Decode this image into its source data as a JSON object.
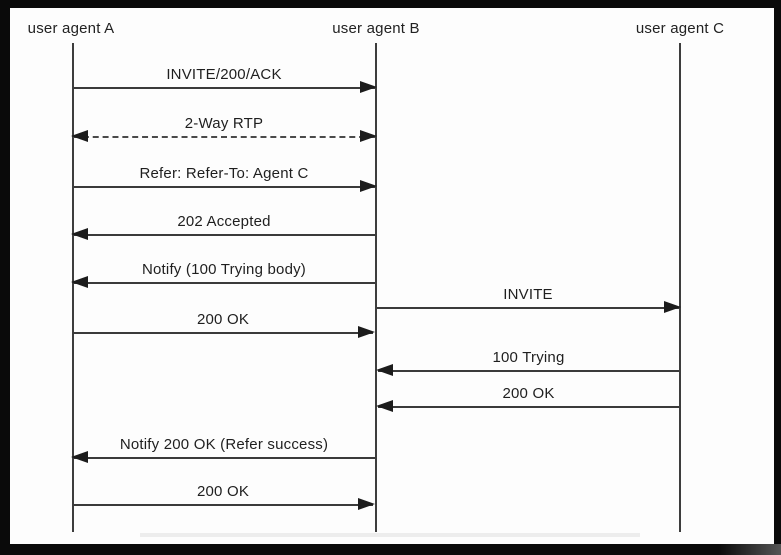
{
  "diagram": {
    "type": "sequence-diagram",
    "actors": [
      {
        "id": "A",
        "label": "user agent A"
      },
      {
        "id": "B",
        "label": "user agent B"
      },
      {
        "id": "C",
        "label": "user agent C"
      }
    ],
    "messages": [
      {
        "label": "INVITE/200/ACK",
        "from": "A",
        "to": "B",
        "line": "solid",
        "direction": "right"
      },
      {
        "label": "2-Way RTP",
        "from": "A",
        "to": "B",
        "line": "dashed",
        "direction": "both"
      },
      {
        "label": "Refer: Refer-To: Agent C",
        "from": "A",
        "to": "B",
        "line": "solid",
        "direction": "right"
      },
      {
        "label": "202 Accepted",
        "from": "B",
        "to": "A",
        "line": "solid",
        "direction": "left"
      },
      {
        "label": "Notify (100 Trying body)",
        "from": "B",
        "to": "A",
        "line": "solid",
        "direction": "left"
      },
      {
        "label": "INVITE",
        "from": "B",
        "to": "C",
        "line": "solid",
        "direction": "right"
      },
      {
        "label": "200 OK",
        "from": "A",
        "to": "B",
        "line": "solid",
        "direction": "right"
      },
      {
        "label": "100 Trying",
        "from": "C",
        "to": "B",
        "line": "solid",
        "direction": "left"
      },
      {
        "label": "200 OK",
        "from": "C",
        "to": "B",
        "line": "solid",
        "direction": "left"
      },
      {
        "label": "Notify 200 OK (Refer success)",
        "from": "B",
        "to": "A",
        "line": "solid",
        "direction": "left"
      },
      {
        "label": "200 OK",
        "from": "A",
        "to": "B",
        "line": "solid",
        "direction": "right"
      }
    ],
    "colors": {
      "frame": "#0a0a0a",
      "line": "#3a3a3a",
      "text": "#1f1f1f",
      "background": "#fdfdfd"
    }
  }
}
